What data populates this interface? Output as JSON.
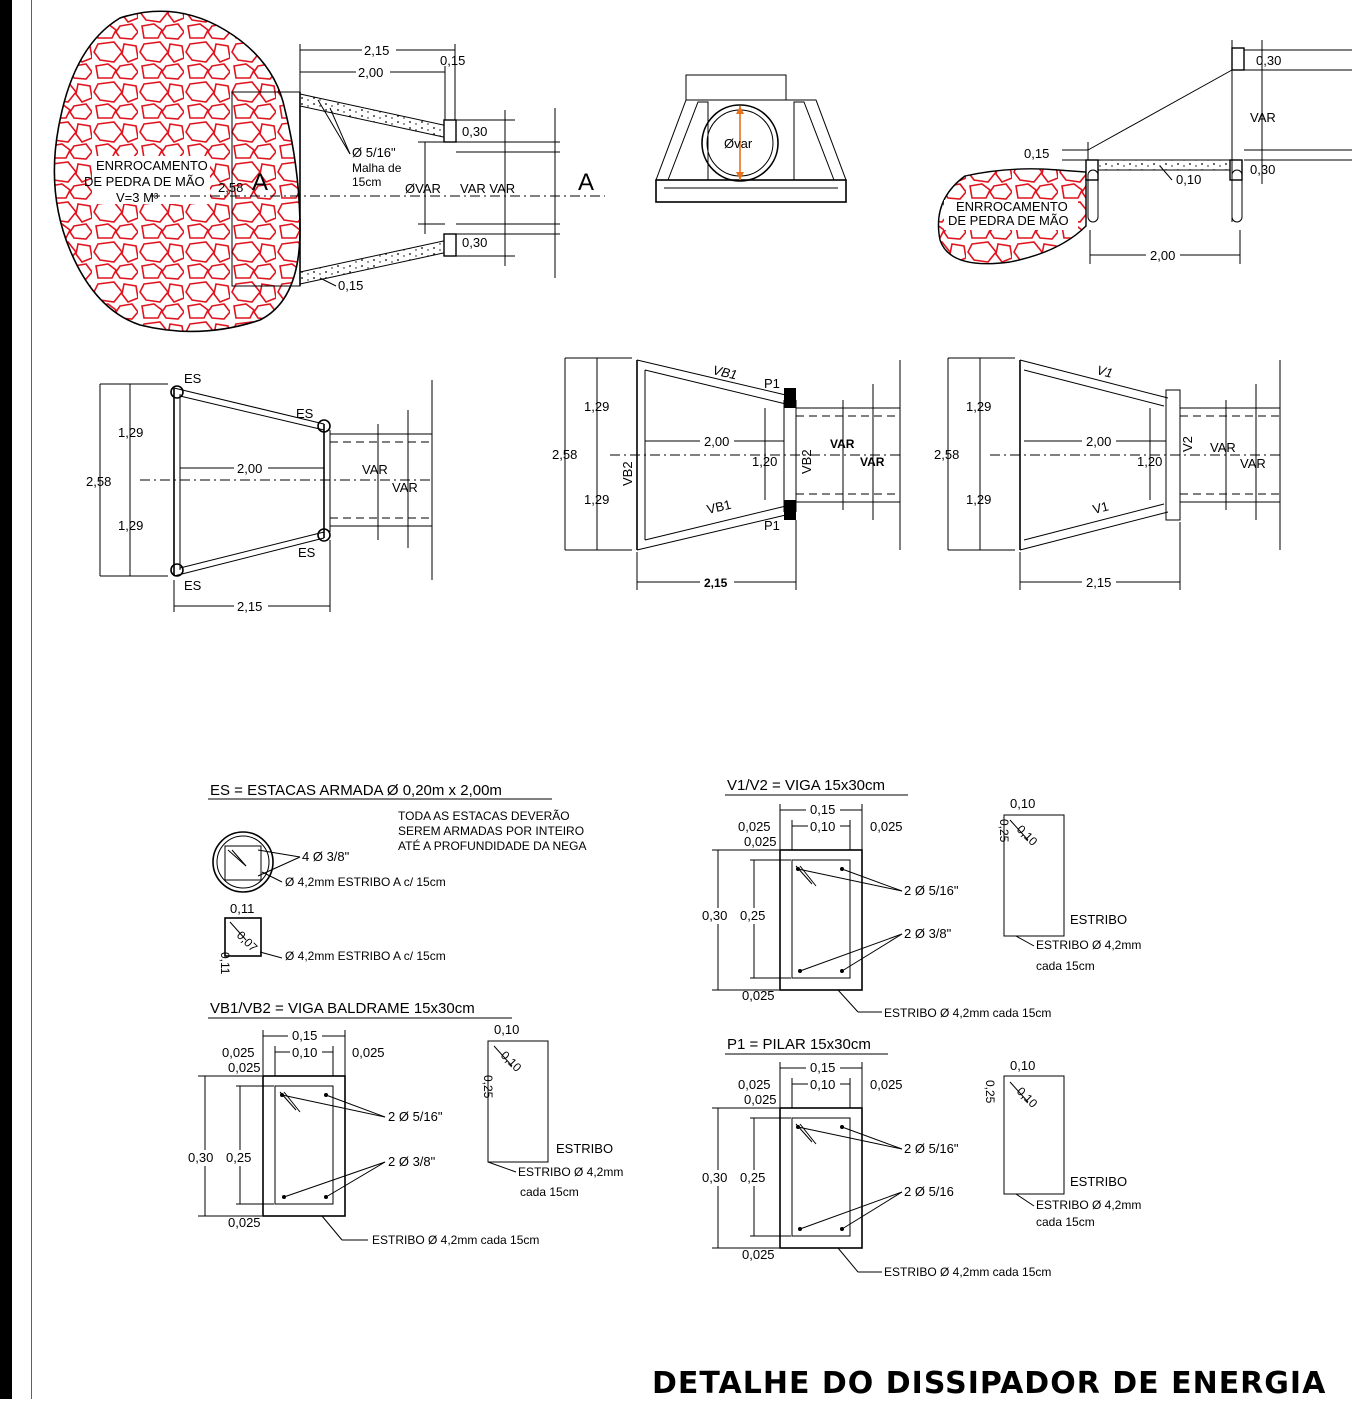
{
  "title": "DETALHE DO DISSIPADOR DE ENERGIA",
  "plan_top": {
    "dim_215": "2,15",
    "dim_200": "2,00",
    "dim_015_top": "0,15",
    "dim_030_a": "0,30",
    "dim_030_b": "0,30",
    "dim_258": "2,58",
    "dim_015_bottom": "0,15",
    "rebar": "Ø 5/16\"",
    "mesh_1": "Malha de",
    "mesh_2": "15cm",
    "diam": "ØVAR",
    "var_pair": "VAR VAR",
    "section_left": "A",
    "section_right": "A",
    "riprap_1": "ENRROCAMENTO",
    "riprap_2": "DE PEDRA DE MÃO",
    "riprap_3": "V=3 M³"
  },
  "front_view": {
    "diam": "Øvar"
  },
  "section_aa": {
    "dim_030_top": "0,30",
    "dim_var": "VAR",
    "dim_015": "0,15",
    "dim_030_bottom": "0,30",
    "dim_010": "0,10",
    "dim_200": "2,00",
    "riprap_1": "ENRROCAMENTO",
    "riprap_2": "DE PEDRA DE MÃO"
  },
  "piles_plan": {
    "es1": "ES",
    "es2": "ES",
    "es3": "ES",
    "es4": "ES",
    "dim_129_a": "1,29",
    "dim_129_b": "1,29",
    "dim_258": "2,58",
    "dim_200": "2,00",
    "dim_215": "2,15",
    "var1": "VAR",
    "var2": "VAR"
  },
  "footing_plan": {
    "vb1_top": "VB1",
    "vb1_bottom": "VB1",
    "vb2_left": "VB2",
    "vb2_right": "VB2",
    "p1_top": "P1",
    "p1_bottom": "P1",
    "dim_129_a": "1,29",
    "dim_129_b": "1,29",
    "dim_258": "2,58",
    "dim_200": "2,00",
    "dim_120": "1,20",
    "var1": "VAR",
    "var2": "VAR",
    "dim_215": "2,15"
  },
  "beam_plan": {
    "v1_top": "V1",
    "v1_bottom": "V1",
    "v2": "V2",
    "dim_129_a": "1,29",
    "dim_129_b": "1,29",
    "dim_258": "2,58",
    "dim_200": "2,00",
    "dim_120": "1,20",
    "var1": "VAR",
    "var2": "VAR",
    "dim_215": "2,15"
  },
  "es_detail": {
    "heading": "ES = ESTACAS ARMADA Ø 0,20m x 2,00m",
    "note_1": "TODA AS ESTACAS DEVERÃO",
    "note_2": "SEREM ARMADAS POR INTEIRO",
    "note_3": "ATÉ A PROFUNDIDADE DA NEGA",
    "bars": "4 Ø 3/8\"",
    "stirrup_1": "Ø 4,2mm ESTRIBO A c/ 15cm",
    "stirrup_2": "Ø 4,2mm ESTRIBO A c/ 15cm",
    "dim_011_w": "0,11",
    "dim_011_h": "0,11",
    "dim_007": "0,07"
  },
  "vb_detail": {
    "heading": "VB1/VB2 = VIGA BALDRAME 15x30cm",
    "dim_015": "0,15",
    "dim_0025_l": "0,025",
    "dim_010": "0,10",
    "dim_0025_r": "0,025",
    "dim_0025_top": "0,025",
    "dim_030": "0,30",
    "dim_025": "0,25",
    "dim_0025_bot": "0,025",
    "bars_top": "2 Ø 5/16\"",
    "bars_bottom": "2 Ø 3/8\"",
    "stirrup": "ESTRIBO Ø 4,2mm cada 15cm",
    "st_w": "0,10",
    "st_h": "0,25",
    "st_diag": "0,10",
    "st_label": "ESTRIBO",
    "st_spec_1": "ESTRIBO Ø 4,2mm",
    "st_spec_2": "cada 15cm"
  },
  "v_detail": {
    "heading": "V1/V2 = VIGA 15x30cm",
    "dim_015": "0,15",
    "dim_0025_l": "0,025",
    "dim_010": "0,10",
    "dim_0025_r": "0,025",
    "dim_0025_top": "0,025",
    "dim_030": "0,30",
    "dim_025": "0,25",
    "dim_0025_bot": "0,025",
    "bars_top": "2 Ø 5/16\"",
    "bars_bottom": "2 Ø 3/8\"",
    "stirrup": "ESTRIBO Ø 4,2mm cada 15cm",
    "st_w": "0,10",
    "st_h": "0,25",
    "st_diag": "0,10",
    "st_label": "ESTRIBO",
    "st_spec_1": "ESTRIBO Ø 4,2mm",
    "st_spec_2": "cada 15cm"
  },
  "p_detail": {
    "heading": "P1 = PILAR 15x30cm",
    "dim_015": "0,15",
    "dim_0025_l": "0,025",
    "dim_010": "0,10",
    "dim_0025_r": "0,025",
    "dim_0025_top": "0,025",
    "dim_030": "0,30",
    "dim_025": "0,25",
    "dim_0025_bot": "0,025",
    "bars_top": "2 Ø 5/16\"",
    "bars_bottom": "2 Ø 5/16",
    "stirrup": "ESTRIBO Ø 4,2mm cada 15cm",
    "st_w": "0,10",
    "st_h": "0,25",
    "st_diag": "0,10",
    "st_label": "ESTRIBO",
    "st_spec_1": "ESTRIBO Ø 4,2mm",
    "st_spec_2": "cada 15cm"
  },
  "colors": {
    "riprap": "#e0141e",
    "frame": "#000000",
    "border_line": "#4a55d8",
    "pipe_marker": "#e8711c"
  }
}
